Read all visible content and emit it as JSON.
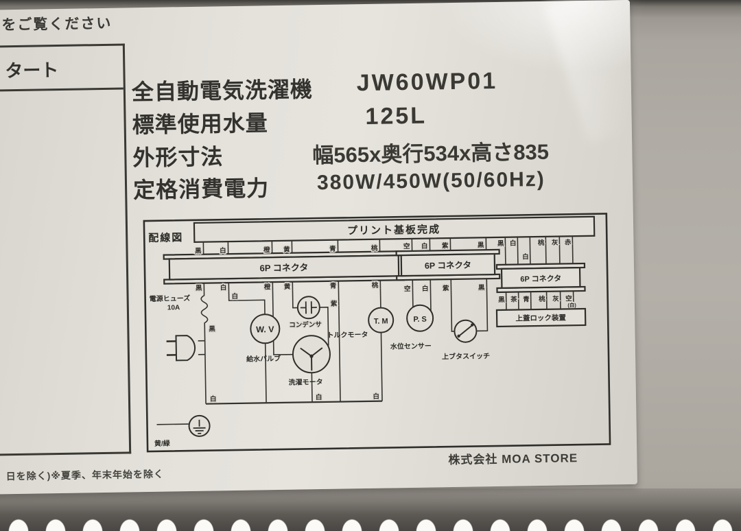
{
  "label": {
    "top_left_text": "をご覧ください",
    "left_box_text": "タート",
    "bottom_note": "日を除く)※夏季、年末年始を除く",
    "company": "株式会社 MOA STORE"
  },
  "specs": {
    "rows": [
      {
        "label": "全自動電気洗濯機",
        "value": "JW60WP01"
      },
      {
        "label": "標準使用水量",
        "value": "125L"
      },
      {
        "label": "外形寸法",
        "value": "幅565x奥行534x高さ835"
      },
      {
        "label": "定格消費電力",
        "value": "380W/450W(50/60Hz)"
      }
    ]
  },
  "wiring": {
    "title": "配線図",
    "board_label": "プリント基板完成",
    "connector_label": "6P コネクタ",
    "fuse": {
      "name": "電源ヒューズ",
      "rating": "10A"
    },
    "ground_wire": "黄/緑",
    "components": {
      "water_valve_symbol": "W. V",
      "water_valve": "給水バルブ",
      "capacitor": "コンデンサ",
      "wash_motor": "洗濯モータ",
      "torque_motor_symbol": "T. M",
      "torque_motor": "トルクモータ",
      "water_level_sensor_symbol": "P. S",
      "water_level_sensor": "水位センサー",
      "lid_switch": "上ブタスイッチ",
      "lid_lock": "上蓋ロック装置"
    },
    "colors": {
      "a_top": [
        "黒",
        "白",
        "橙",
        "黄",
        "青",
        "桃"
      ],
      "a_bottom": [
        "黒",
        "白",
        "橙",
        "黄",
        "青",
        "桃"
      ],
      "b_top": [
        "空",
        "白",
        "紫",
        "黒"
      ],
      "b_bottom": [
        "空",
        "白",
        "紫",
        "黒"
      ],
      "c_top": [
        "黒",
        "白",
        "白",
        "桃",
        "灰",
        "赤"
      ],
      "c_bottom": [
        "黒",
        "茶",
        "青",
        "桃",
        "灰",
        "空"
      ],
      "c_bottom_note": "(白)",
      "plug_line": "黒",
      "valve_branch": "白",
      "capacitor_line": "紫",
      "bus": [
        "白",
        "白",
        "白"
      ]
    }
  }
}
